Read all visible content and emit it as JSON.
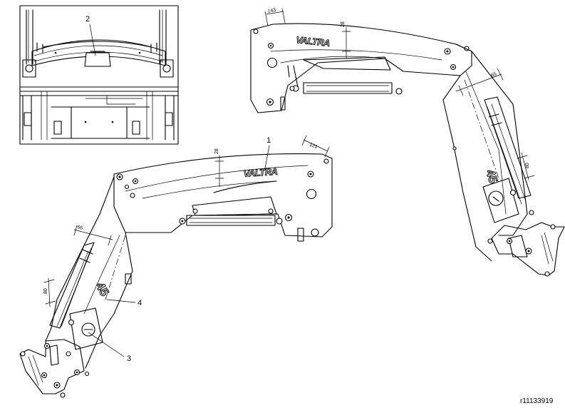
{
  "callouts": {
    "c1": "1",
    "c2": "2",
    "c3": "3",
    "c4": "4"
  },
  "dimensions": {
    "right_top_width": "143",
    "right_top_height": "28",
    "right_column_width": "65",
    "right_decal_height": "80",
    "left_top_height": "28",
    "left_top_width": "121",
    "left_column_width": "66",
    "left_decal_height": "80"
  },
  "decals": {
    "brand": "VALTRA",
    "model": "45"
  },
  "reference_code": "r11133919"
}
